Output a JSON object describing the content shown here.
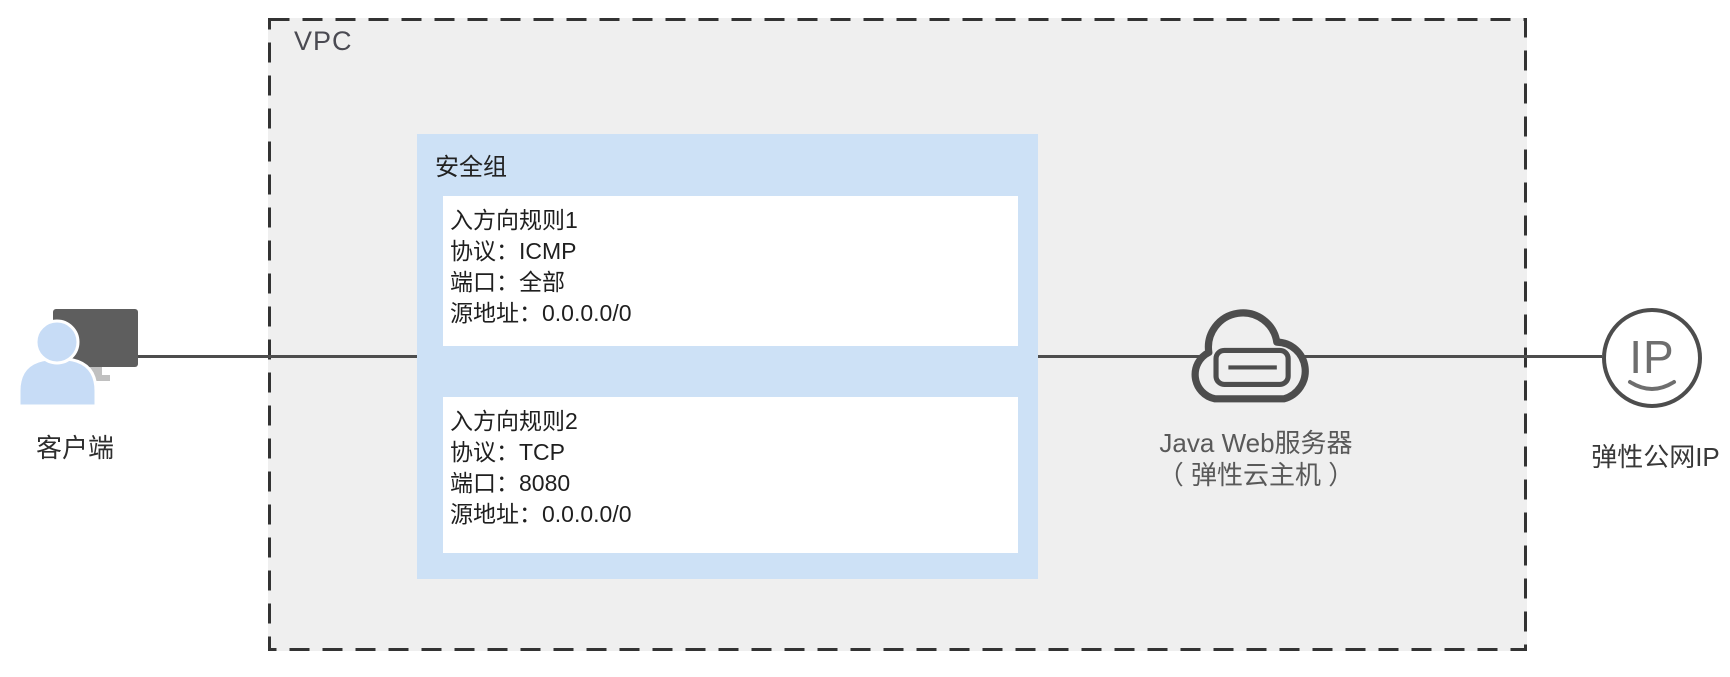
{
  "diagram": {
    "title_implicit": "VPC security group access diagram",
    "vpc": {
      "label": "VPC"
    },
    "security_group": {
      "label": "安全组",
      "rules": [
        {
          "title": "入方向规则1",
          "protocol": "协议：ICMP",
          "port": "端口：全部",
          "source": "源地址：0.0.0.0/0"
        },
        {
          "title": "入方向规则2",
          "protocol": "协议：TCP",
          "port": "端口：8080",
          "source": "源地址：0.0.0.0/0"
        }
      ]
    },
    "client": {
      "label": "客户端"
    },
    "server": {
      "label_line1": "Java Web服务器",
      "label_line2": "（ 弹性云主机 ）"
    },
    "eip": {
      "label": "弹性公网IP",
      "icon_text": "IP"
    },
    "icons": [
      "client-workstation-icon",
      "cloud-server-icon",
      "elastic-ip-icon"
    ],
    "colors": {
      "vpc_fill": "#efefef",
      "vpc_border": "#333333",
      "security_group_fill": "#cde1f6",
      "rule_box_fill": "#ffffff",
      "connector_line": "#4d4d4d",
      "icon_stroke": "#4d4d4d",
      "person_blue": "#c7dcf6",
      "monitor_gray": "#5e5e5e",
      "server_label_gray": "#595959"
    }
  }
}
